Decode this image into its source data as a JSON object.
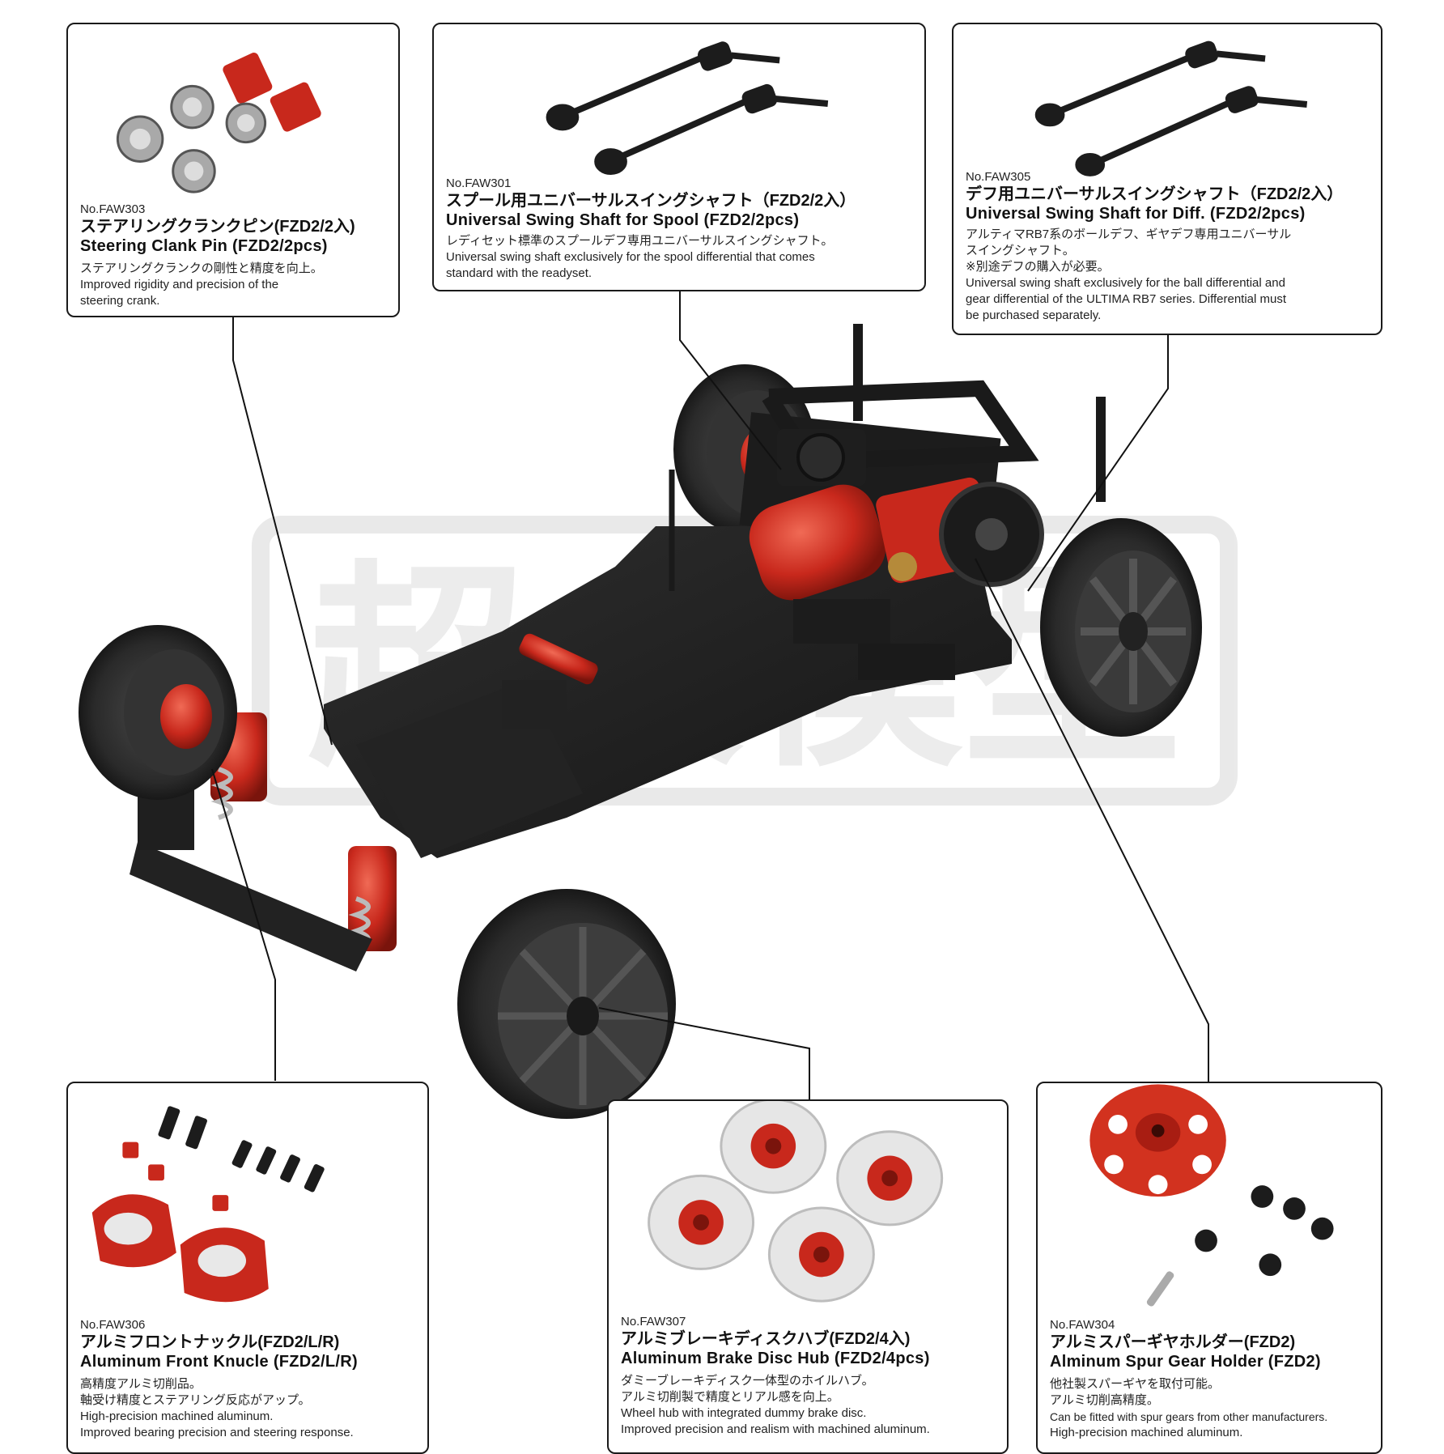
{
  "watermark": {
    "text": "超人模型"
  },
  "products": {
    "faw303": {
      "part_no": "No.FAW303",
      "title_jp": "ステアリングクランクピン(FZD2/2入)",
      "title_en": "Steering Clank Pin (FZD2/2pcs)",
      "desc": [
        "ステアリングクランクの剛性と精度を向上。",
        "Improved rigidity and precision of the",
        "steering crank."
      ]
    },
    "faw301": {
      "part_no": "No.FAW301",
      "title_jp": "スプール用ユニバーサルスイングシャフト（FZD2/2入）",
      "title_en": "Universal Swing Shaft for Spool (FZD2/2pcs)",
      "desc": [
        "レディセット標準のスプールデフ専用ユニバーサルスイングシャフト。",
        "Universal swing shaft exclusively for the spool differential that comes",
        "standard with the readyset."
      ]
    },
    "faw305": {
      "part_no": "No.FAW305",
      "title_jp": "デフ用ユニバーサルスイングシャフト（FZD2/2入）",
      "title_en": "Universal Swing Shaft for Diff. (FZD2/2pcs)",
      "desc": [
        "アルティマRB7系のボールデフ、ギヤデフ専用ユニバーサル",
        "スイングシャフト。",
        "※別途デフの購入が必要。",
        "Universal swing shaft exclusively for the ball differential and",
        "gear differential of the ULTIMA RB7 series. Differential must",
        "be purchased separately."
      ]
    },
    "faw306": {
      "part_no": "No.FAW306",
      "title_jp": "アルミフロントナックル(FZD2/L/R)",
      "title_en": "Aluminum Front Knucle (FZD2/L/R)",
      "desc": [
        "高精度アルミ切削品。",
        "軸受け精度とステアリング反応がアップ。",
        "High-precision machined aluminum.",
        "Improved bearing precision and steering response."
      ]
    },
    "faw307": {
      "part_no": "No.FAW307",
      "title_jp": "アルミブレーキディスクハブ(FZD2/4入)",
      "title_en": "Aluminum Brake Disc Hub (FZD2/4pcs)",
      "desc": [
        "ダミーブレーキディスク一体型のホイルハブ。",
        "アルミ切削製で精度とリアル感を向上。",
        "Wheel hub with integrated dummy brake disc.",
        "Improved precision and realism with machined aluminum."
      ]
    },
    "faw304": {
      "part_no": "No.FAW304",
      "title_jp": "アルミスパーギヤホルダー(FZD2)",
      "title_en": "Alminum Spur Gear Holder (FZD2)",
      "desc": [
        "他社製スパーギヤを取付可能。",
        "アルミ切削高精度。",
        "Can be fitted with spur gears from other manufacturers.",
        "High-precision machined aluminum."
      ]
    }
  },
  "colors": {
    "aluminum_red": "#c8281c",
    "chassis_black": "#1e1e1e",
    "tire": "#2a2a2a",
    "border": "#1a1a1a"
  },
  "icons": [
    "bearing-icon",
    "crank-pin-icon",
    "swing-shaft-icon",
    "knuckle-icon",
    "screw-icon",
    "brake-disc-icon",
    "spur-gear-holder-icon",
    "rc-car-chassis-image"
  ]
}
